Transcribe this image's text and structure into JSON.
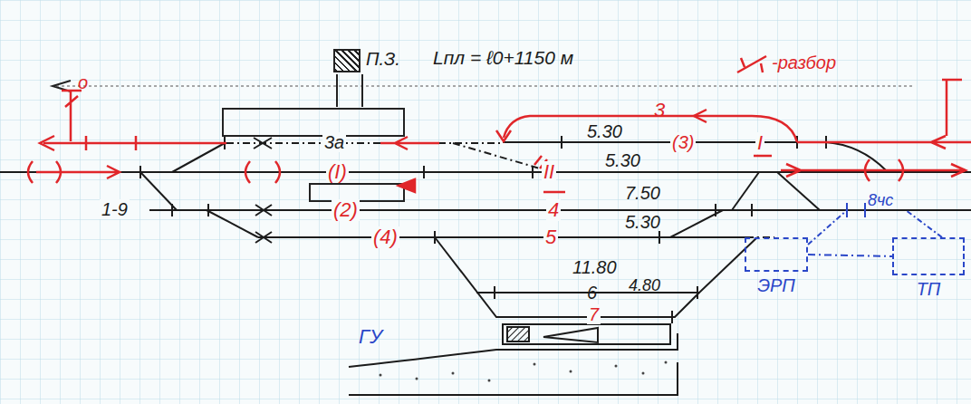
{
  "diagram": {
    "nodes": [
      {
        "text": [
          "П.З."
        ]
      },
      {
        "text": [
          "ЭРП"
        ]
      },
      {
        "text": [
          "ТП"
        ]
      }
    ],
    "edges": [
      {
        "from": 1,
        "to": 2,
        "arrow": "none"
      }
    ],
    "labels": [
      "Lпл = ℓ0+1150 м",
      "-разбор",
      "о",
      "3",
      "5.30",
      "3а",
      "(3)",
      "I",
      "(I)",
      "5.30",
      "II",
      "1-9",
      "(2)",
      "4",
      "7.50",
      "8чс",
      "(4)",
      "5",
      "5.30",
      "11.80",
      "6",
      "4.80",
      "7",
      "ГУ"
    ]
  }
}
